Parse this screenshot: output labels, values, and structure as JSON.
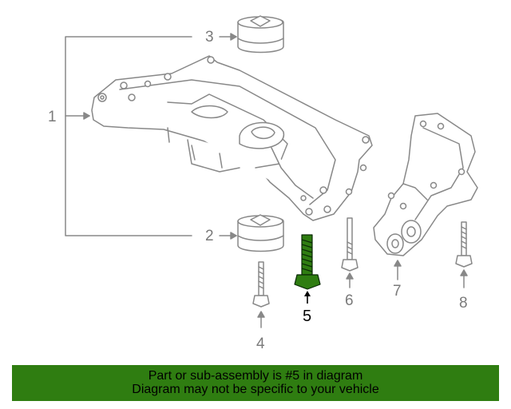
{
  "callouts": {
    "c1": "1",
    "c2": "2",
    "c3": "3",
    "c4": "4",
    "c5": "5",
    "c6": "6",
    "c7": "7",
    "c8": "8"
  },
  "highlight_color": "#2f7d11",
  "banner": {
    "line1": "Part or sub-assembly is #5 in diagram",
    "line2": "Diagram may not be specific to your vehicle"
  }
}
